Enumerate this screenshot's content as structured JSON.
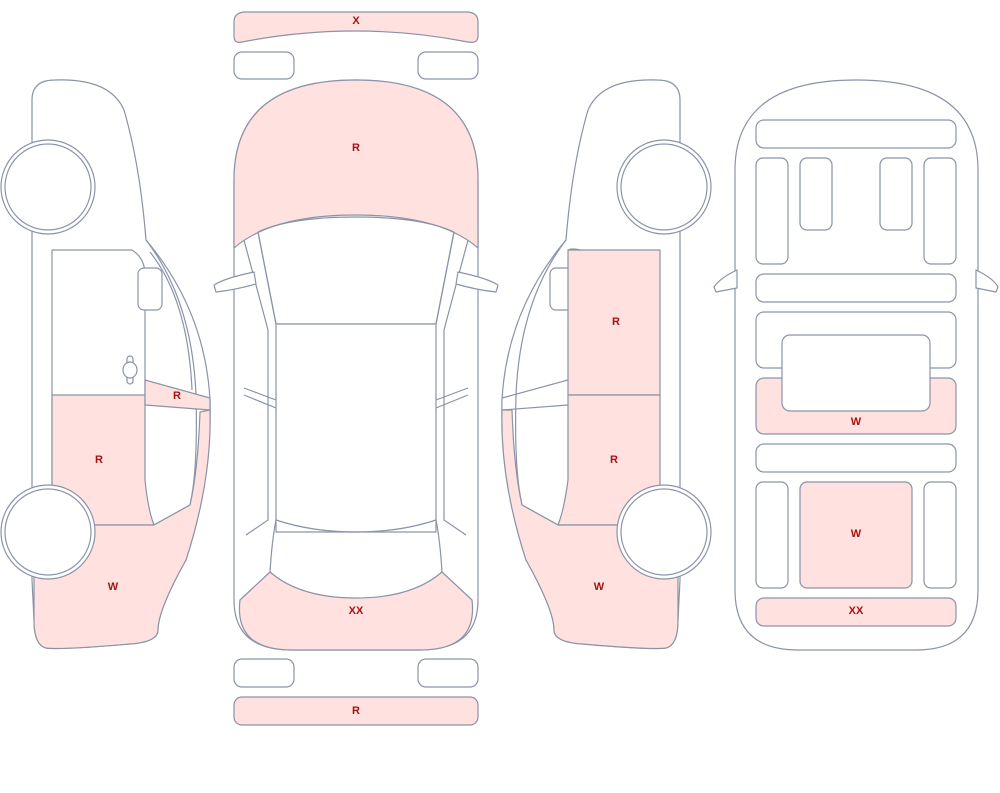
{
  "colors": {
    "outline": "#8a93a8",
    "damage_fill": "#ffe1df",
    "label": "#a01414",
    "background": "#ffffff"
  },
  "zones": {
    "front_bumper": "X",
    "hood": "R",
    "front_windshield_strip": "XX",
    "rear_bumper": "R",
    "left_mirror": "R",
    "left_rear_door": "R",
    "left_rear_quarter": "W",
    "right_front_door": "R",
    "right_rear_door": "R",
    "right_rear_quarter": "W",
    "interior_trunk_front": "W",
    "interior_rear_floor": "W",
    "interior_rear_strip": "XX"
  }
}
